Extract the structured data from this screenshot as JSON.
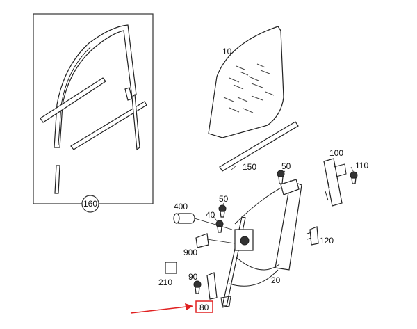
{
  "diagram": {
    "highlight_color": "#e02020",
    "labels": {
      "p10": "10",
      "p20": "20",
      "p40": "40",
      "p50a": "50",
      "p50b": "50",
      "p80": "80",
      "p90": "90",
      "p100": "100",
      "p110": "110",
      "p120": "120",
      "p150": "150",
      "p160": "160",
      "p210": "210",
      "p400": "400",
      "p900": "900"
    }
  }
}
